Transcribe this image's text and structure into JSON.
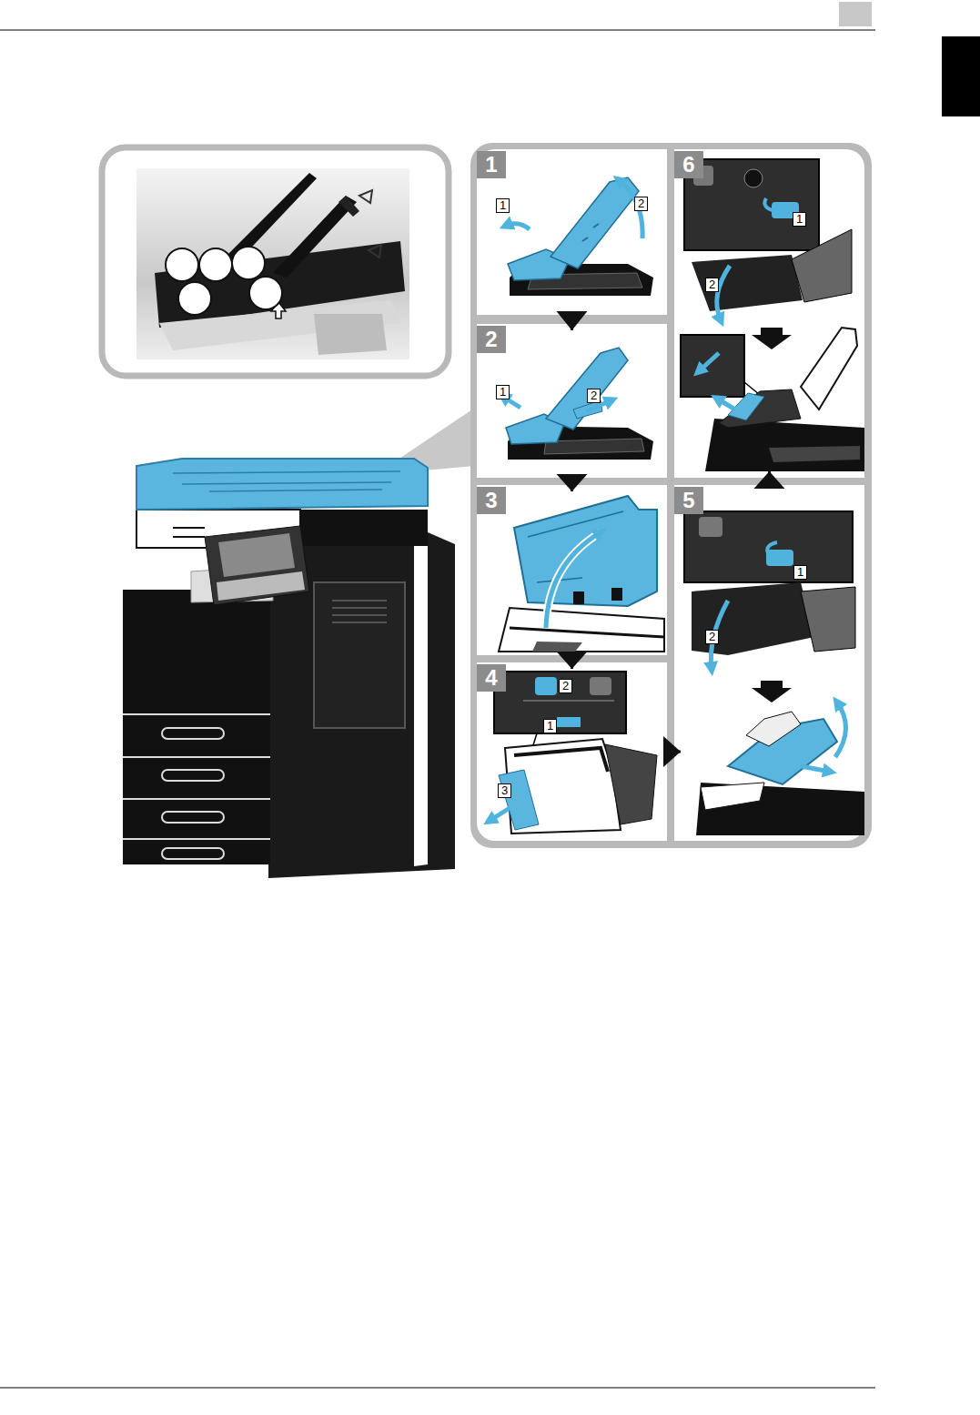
{
  "diagram": {
    "nodes": [
      {
        "text": [
          "1"
        ]
      },
      {
        "text": [
          "2"
        ]
      },
      {
        "text": [
          "3"
        ]
      },
      {
        "text": [
          "4"
        ]
      },
      {
        "text": [
          "5"
        ]
      },
      {
        "text": [
          "6"
        ]
      }
    ],
    "edges": [
      {
        "from": 0,
        "to": 1,
        "arrow": "to"
      },
      {
        "from": 1,
        "to": 2,
        "arrow": "to"
      },
      {
        "from": 2,
        "to": 3,
        "arrow": "to"
      },
      {
        "from": 3,
        "to": 4,
        "arrow": "to"
      },
      {
        "from": 4,
        "to": 5,
        "arrow": "to"
      }
    ],
    "labels": [
      "1",
      "2",
      "1",
      "2",
      "2",
      "1",
      "3",
      "1",
      "2",
      "1",
      "2"
    ]
  }
}
